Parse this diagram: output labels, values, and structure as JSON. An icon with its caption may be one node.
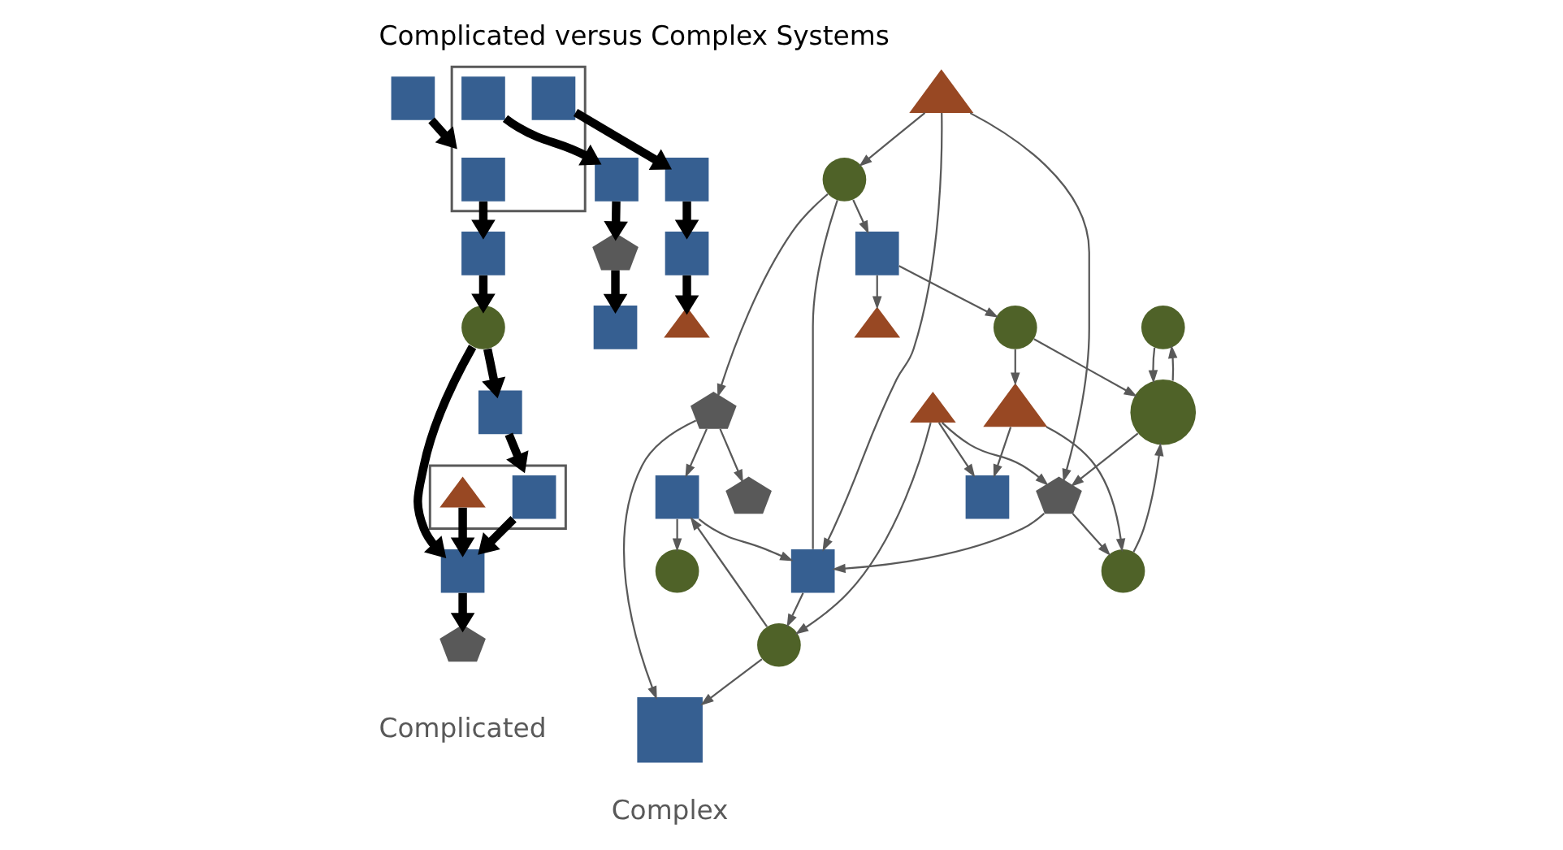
{
  "diagram": {
    "title": "Complicated versus Complex Systems",
    "nodes": [
      {
        "text": [],
        "shape": "box"
      },
      {
        "text": [],
        "shape": "box"
      },
      {
        "text": [],
        "shape": "box",
        "in": 1
      },
      {
        "text": [],
        "shape": "box",
        "in": 1
      },
      {
        "text": [],
        "shape": "box",
        "in": 1
      },
      {
        "text": [],
        "shape": "pentagon"
      },
      {
        "text": [],
        "shape": "box"
      },
      {
        "text": [],
        "shape": "box"
      },
      {
        "text": [],
        "shape": "box"
      },
      {
        "text": [],
        "shape": "box"
      },
      {
        "text": [],
        "shape": "circle"
      },
      {
        "text": [],
        "shape": "pentagon"
      },
      {
        "text": [],
        "shape": "box"
      },
      {
        "text": [],
        "shape": "box"
      },
      {
        "text": [],
        "shape": "box",
        "in": 13
      },
      {
        "text": [],
        "shape": "triangle",
        "in": 13
      },
      {
        "text": [],
        "shape": "box"
      },
      {
        "text": [],
        "shape": "box"
      },
      {
        "text": [],
        "shape": "triangle"
      },
      {
        "text": [],
        "shape": "pentagon"
      },
      {
        "text": [],
        "shape": "triangle"
      },
      {
        "text": [],
        "shape": "circle"
      },
      {
        "text": [],
        "shape": "circle"
      },
      {
        "text": [],
        "shape": "box"
      },
      {
        "text": [],
        "shape": "circle"
      },
      {
        "text": [],
        "shape": "triangle"
      },
      {
        "text": [],
        "shape": "box"
      },
      {
        "text": [],
        "shape": "circle"
      },
      {
        "text": [],
        "shape": "box"
      },
      {
        "text": [],
        "shape": "circle"
      },
      {
        "text": [],
        "shape": "triangle"
      },
      {
        "text": [],
        "shape": "pentagon"
      },
      {
        "text": [],
        "shape": "pentagon"
      },
      {
        "text": [],
        "shape": "circle"
      },
      {
        "text": [],
        "shape": "circle"
      },
      {
        "text": [],
        "shape": "box"
      },
      {
        "text": [],
        "shape": "box"
      },
      {
        "text": [],
        "shape": "triangle"
      }
    ],
    "edges": [
      {
        "from": 0,
        "to": 1,
        "arrow": "to",
        "style": "thick",
        "color": "#000000"
      },
      {
        "from": 2,
        "to": 7,
        "arrow": "to",
        "style": "thick",
        "color": "#000000"
      },
      {
        "from": 3,
        "to": 8,
        "arrow": "to",
        "style": "thick",
        "color": "#000000"
      },
      {
        "from": 4,
        "to": 9,
        "arrow": "to",
        "style": "thick",
        "color": "#000000"
      },
      {
        "from": 6,
        "to": 5,
        "arrow": "to",
        "style": "thick",
        "color": "#000000"
      },
      {
        "from": 10,
        "to": 6,
        "arrow": "to",
        "style": "thick",
        "color": "#000000"
      },
      {
        "from": 7,
        "to": 10,
        "arrow": "to",
        "style": "thick",
        "color": "#000000"
      },
      {
        "from": 8,
        "to": 11,
        "arrow": "to",
        "style": "thick",
        "color": "#000000"
      },
      {
        "from": 9,
        "to": 12,
        "arrow": "to",
        "style": "thick",
        "color": "#000000"
      },
      {
        "from": 14,
        "to": 6,
        "arrow": "to",
        "style": "thick",
        "color": "#000000"
      },
      {
        "from": 15,
        "to": 6,
        "arrow": "to",
        "style": "thick",
        "color": "#000000"
      },
      {
        "from": 10,
        "to": 16,
        "arrow": "to",
        "style": "thick",
        "color": "#000000"
      },
      {
        "from": 11,
        "to": 17,
        "arrow": "to",
        "style": "thick",
        "color": "#000000"
      },
      {
        "from": 12,
        "to": 18,
        "arrow": "to",
        "style": "thick",
        "color": "#000000"
      },
      {
        "from": 16,
        "to": 13,
        "arrow": "to",
        "style": "thick",
        "color": "#000000"
      },
      {
        "from": 19,
        "to": 23,
        "arrow": "to"
      },
      {
        "from": 26,
        "to": 20,
        "arrow": "to"
      },
      {
        "from": 26,
        "to": 21,
        "arrow": "to"
      },
      {
        "from": 21,
        "to": 24,
        "arrow": "to"
      },
      {
        "from": 21,
        "to": 37,
        "arrow": "to"
      },
      {
        "from": 24,
        "to": 22,
        "arrow": "to"
      },
      {
        "from": 22,
        "to": 24,
        "arrow": "to"
      },
      {
        "from": 27,
        "to": 23,
        "arrow": "to"
      },
      {
        "from": 25,
        "to": 27,
        "arrow": "to"
      },
      {
        "from": 25,
        "to": 28,
        "arrow": "to"
      },
      {
        "from": 25,
        "to": 32,
        "arrow": "to"
      },
      {
        "from": 24,
        "to": 32,
        "arrow": "to"
      },
      {
        "from": 29,
        "to": 19,
        "arrow": "to"
      },
      {
        "from": 19,
        "to": 35,
        "arrow": "to"
      },
      {
        "from": 19,
        "to": 31,
        "arrow": "to"
      },
      {
        "from": 29,
        "to": 26,
        "arrow": "to"
      },
      {
        "from": 30,
        "to": 29,
        "arrow": "to"
      },
      {
        "from": 30,
        "to": 32,
        "arrow": "to"
      },
      {
        "from": 30,
        "to": 36,
        "arrow": "to"
      },
      {
        "from": 27,
        "to": 35,
        "arrow": "to"
      },
      {
        "from": 36,
        "to": 27,
        "arrow": "to"
      },
      {
        "from": 23,
        "to": 36,
        "arrow": "to"
      },
      {
        "from": 23,
        "to": 33,
        "arrow": "to"
      },
      {
        "from": 34,
        "to": 24,
        "arrow": "to"
      },
      {
        "from": 32,
        "to": 34,
        "arrow": "to"
      },
      {
        "from": 37,
        "to": 34,
        "arrow": "to"
      },
      {
        "from": 37,
        "to": 28,
        "arrow": "to"
      },
      {
        "from": 32,
        "to": 36,
        "arrow": "to"
      },
      {
        "from": 29,
        "to": 36,
        "arrow": "none"
      }
    ],
    "labels": [
      "Complicated",
      "Complex"
    ]
  }
}
